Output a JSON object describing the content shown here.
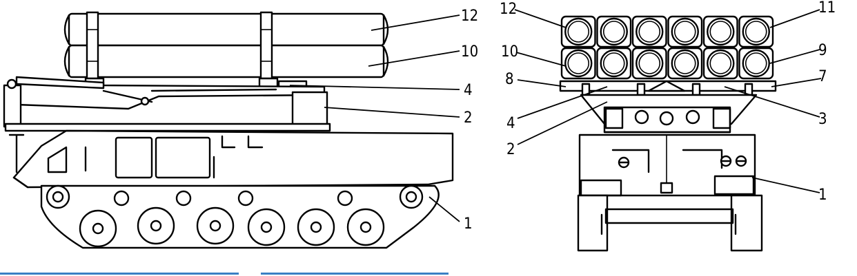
{
  "figure": {
    "side_view": {
      "callouts": [
        "12",
        "10",
        "4",
        "2",
        "1"
      ]
    },
    "rear_view": {
      "callouts": [
        "12",
        "11",
        "10",
        "9",
        "8",
        "7",
        "4",
        "3",
        "2",
        "1"
      ]
    }
  },
  "colors": {
    "ink": "#000000",
    "background": "#ffffff",
    "bottom_bar": "#3a7fc4"
  }
}
